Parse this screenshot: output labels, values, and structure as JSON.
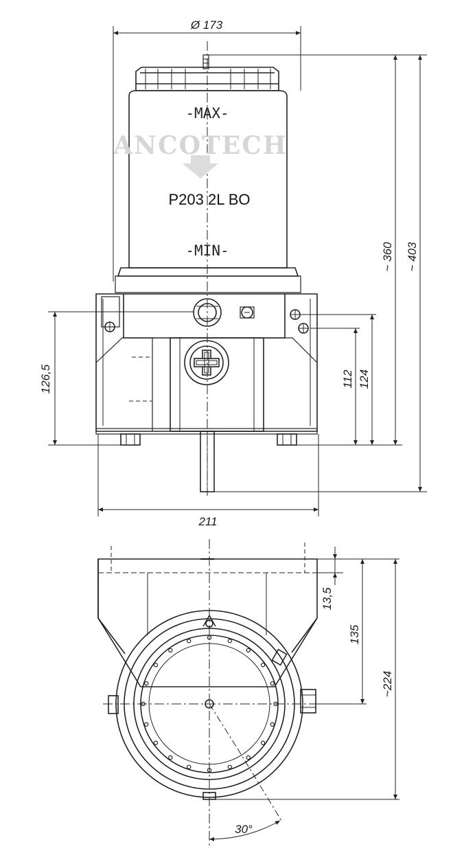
{
  "product_label": "P203 2L BO",
  "reservoir_marks": {
    "max": "-MAX-",
    "min": "-MIN-"
  },
  "watermark": "ANCOTECH",
  "dimensions": {
    "diameter": "Ø 173",
    "height_360": "~ 360",
    "height_403": "~ 403",
    "height_126_5": "126,5",
    "height_112": "112",
    "height_124": "124",
    "width_211": "211",
    "depth_13_5": "13,5",
    "depth_135": "135",
    "depth_224": "~224",
    "angle_30": "30°"
  }
}
